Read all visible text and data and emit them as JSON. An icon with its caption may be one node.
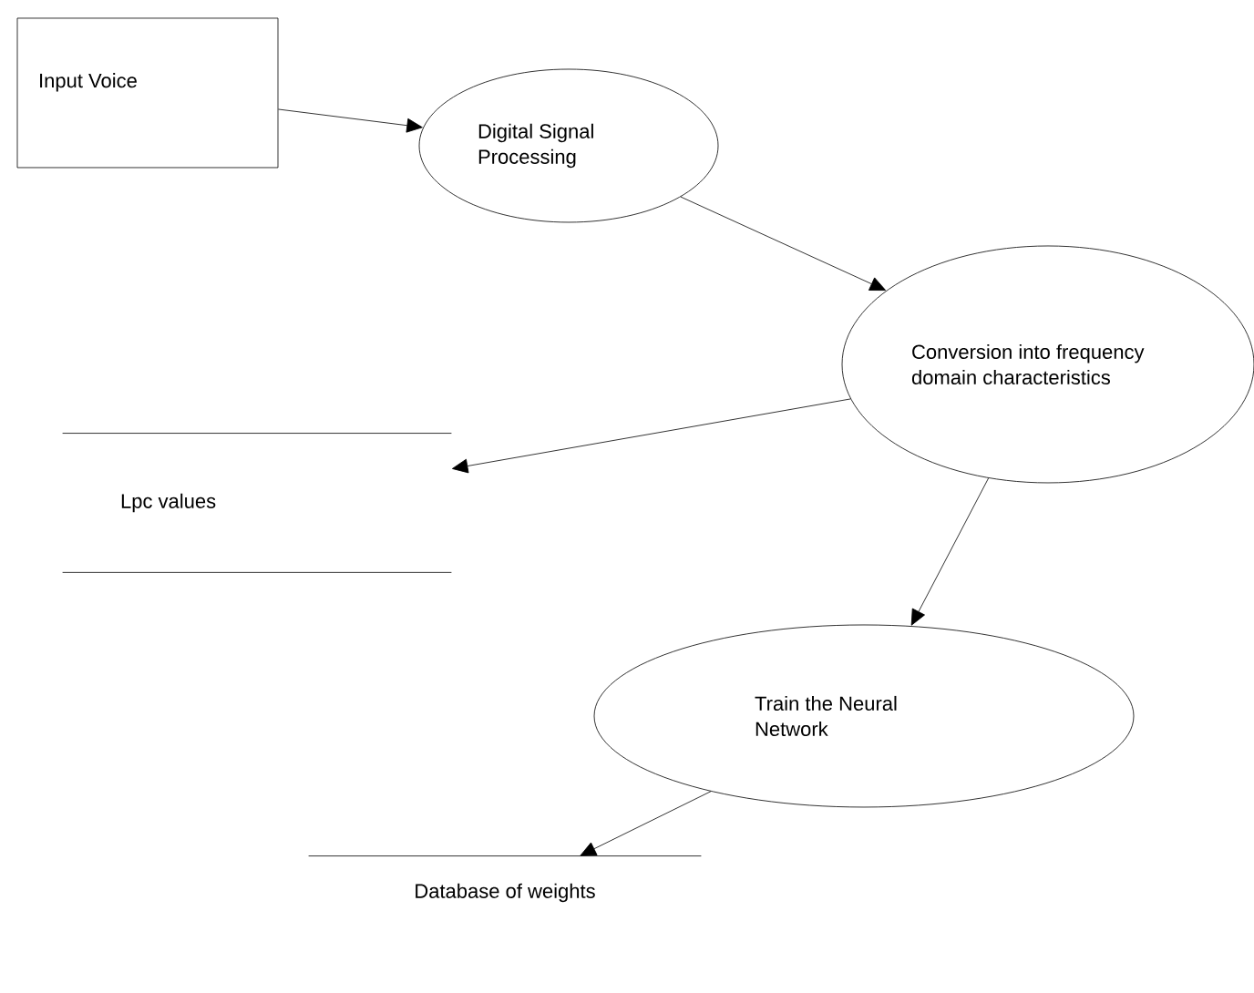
{
  "diagram": {
    "nodes": [
      {
        "text": [
          "Input Voice"
        ]
      },
      {
        "text": [
          "Digital Signal Processing"
        ]
      },
      {
        "text": [
          "Conversion into frequency domain characteristics"
        ]
      },
      {
        "text": [
          "Lpc values"
        ]
      },
      {
        "text": [
          "Train the Neural Network"
        ]
      },
      {
        "text": [
          "Database of weights"
        ]
      }
    ],
    "edges": [
      {
        "from": 0,
        "to": 1,
        "arrow": "to"
      },
      {
        "from": 1,
        "to": 2,
        "arrow": "to"
      },
      {
        "from": 2,
        "to": 3,
        "arrow": "to"
      },
      {
        "from": 2,
        "to": 4,
        "arrow": "to"
      },
      {
        "from": 4,
        "to": 5,
        "arrow": "to"
      }
    ]
  }
}
